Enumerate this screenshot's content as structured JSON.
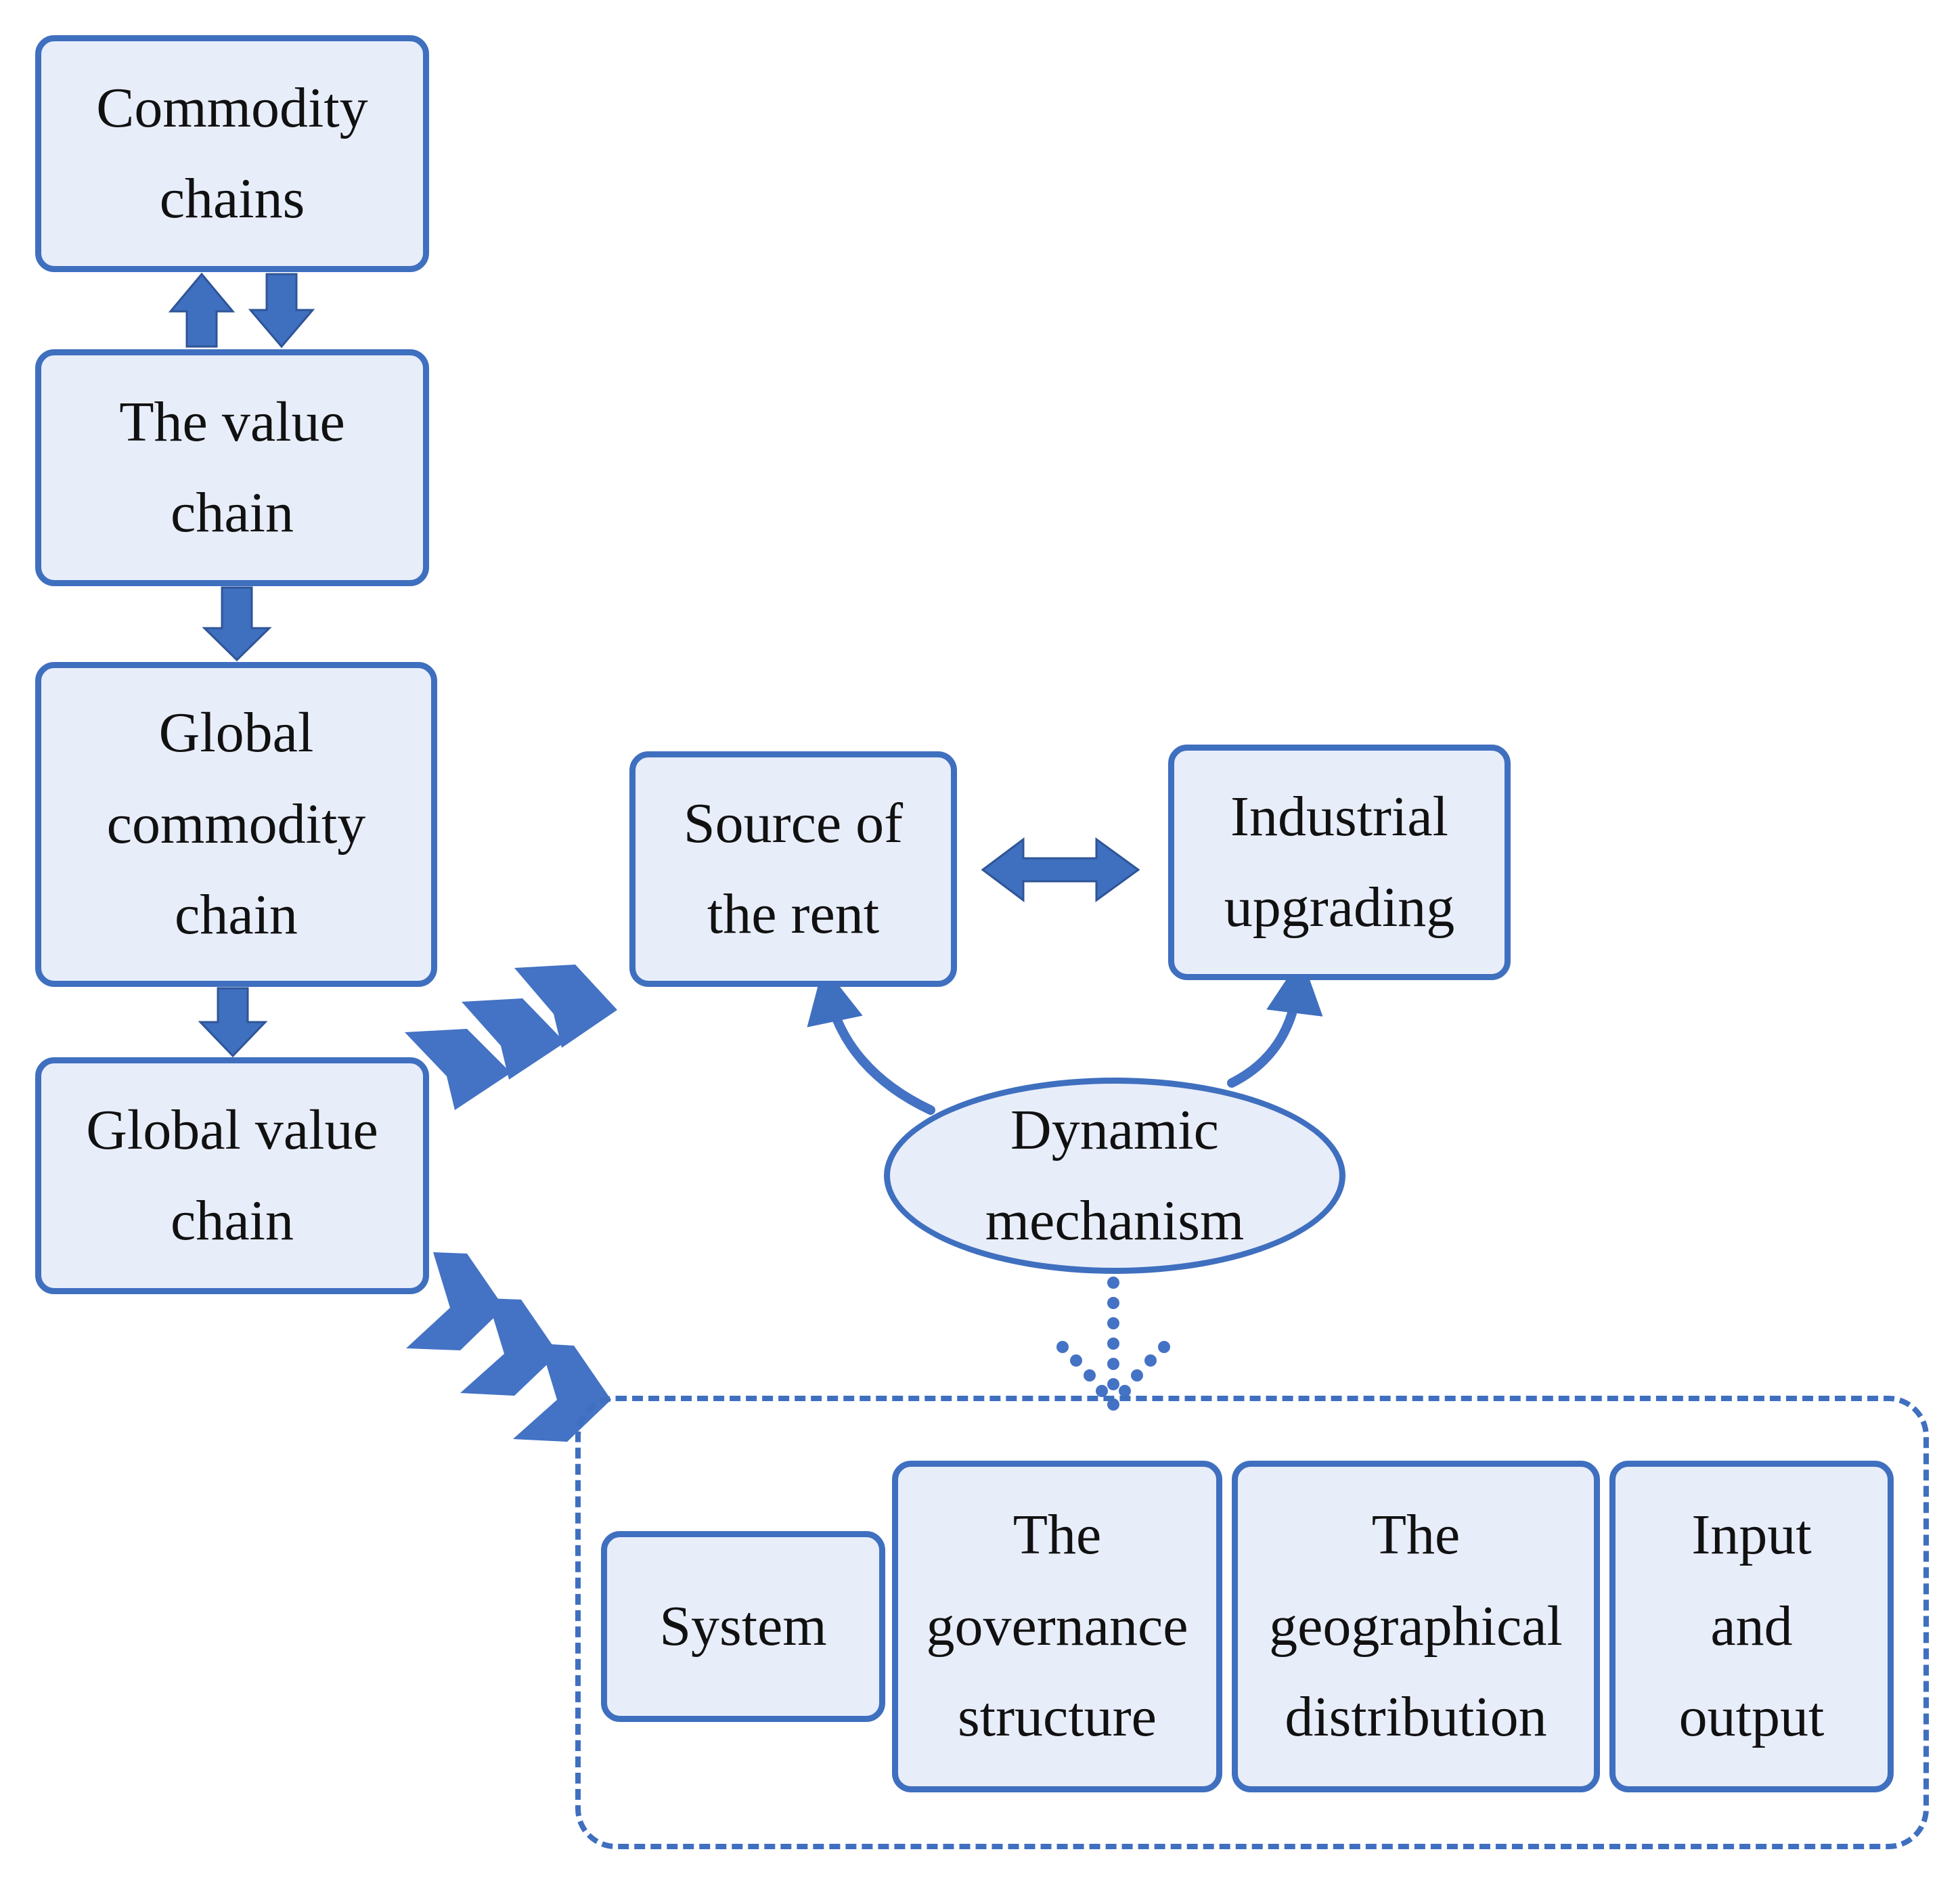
{
  "colors": {
    "accent": "#3f6fbf",
    "box_fill": "#e8edfa",
    "text": "#111111"
  },
  "chain": {
    "commodity_chains": "Commodity\nchains",
    "value_chain": "The value\nchain",
    "global_commodity_chain": "Global\ncommodity\nchain",
    "global_value_chain": "Global value\nchain"
  },
  "rent": {
    "source_of_rent": "Source of\nthe rent",
    "industrial_upgrading": "Industrial\nupgrading",
    "dynamic_mechanism": "Dynamic\nmechanism"
  },
  "dimensions": {
    "system": "System",
    "governance_structure": "The\ngovernance\nstructure",
    "geographical_distribution": "The\ngeographical\ndistribution",
    "input_output": "Input\nand\noutput"
  }
}
